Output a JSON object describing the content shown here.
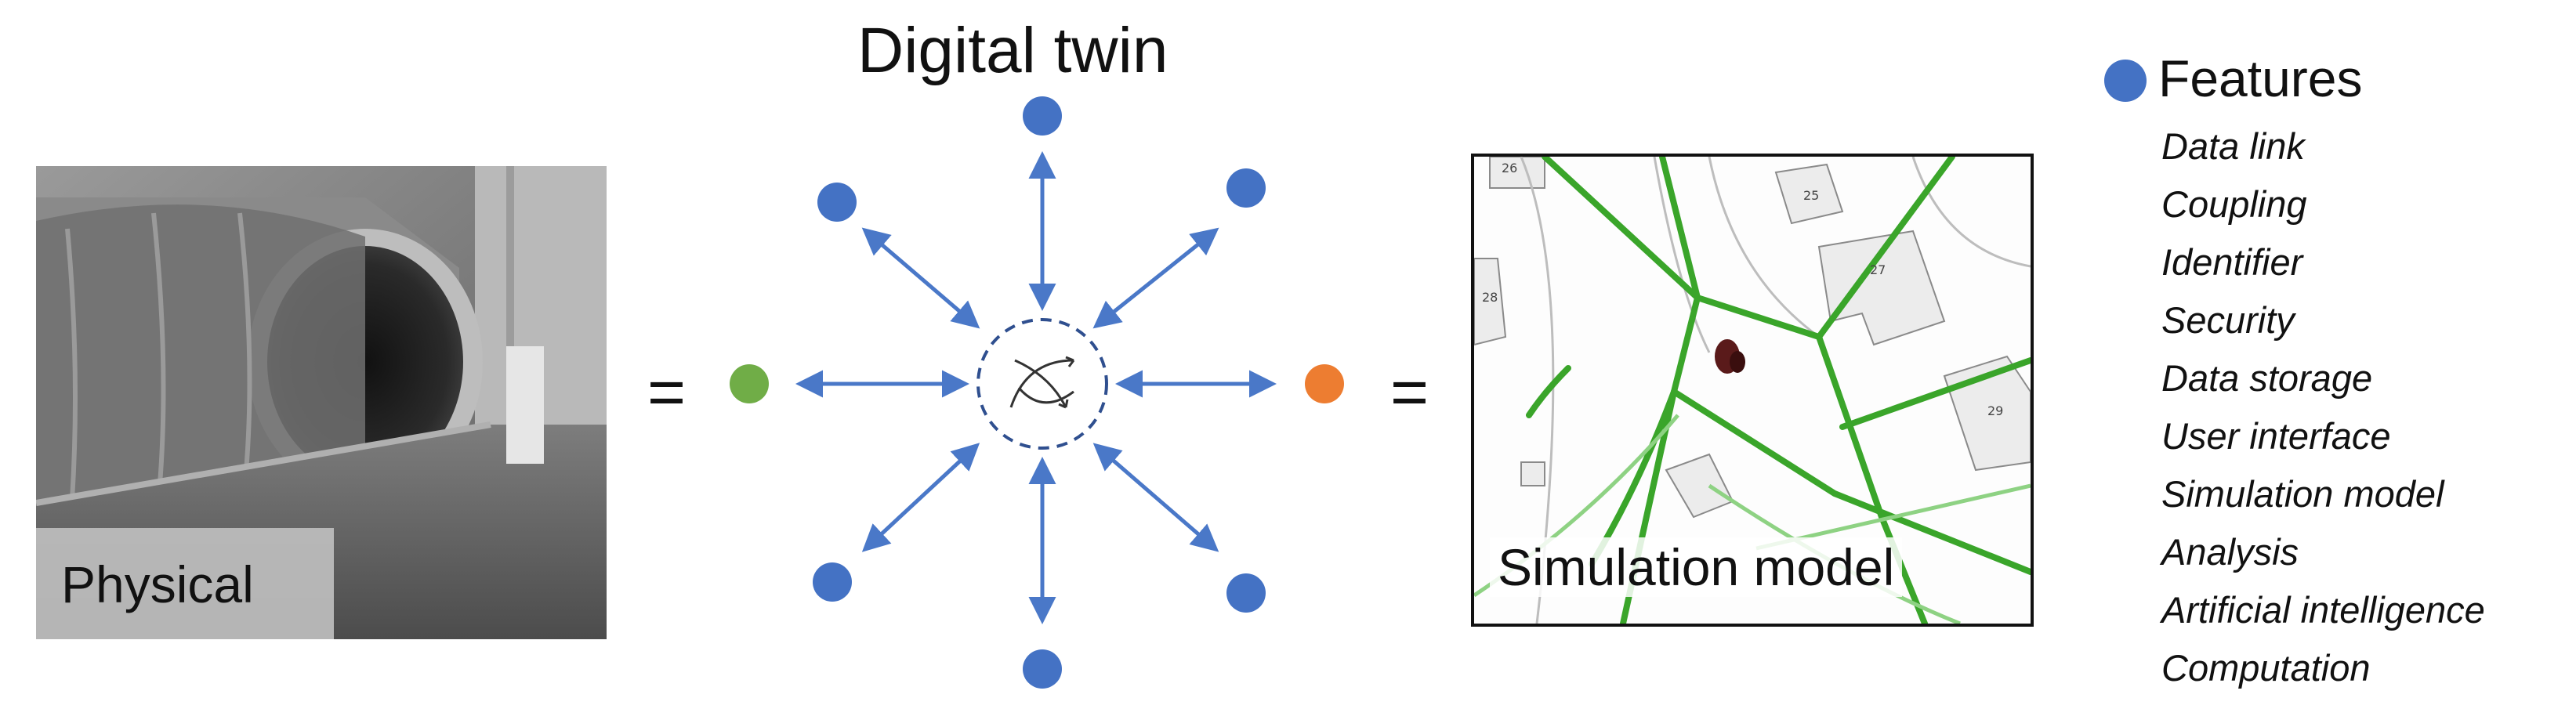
{
  "title": "Digital twin",
  "equals_sign": "=",
  "physical": {
    "label": "Physical"
  },
  "simulation": {
    "label": "Simulation model",
    "map_numbers": [
      "26",
      "25",
      "27",
      "28",
      "29"
    ]
  },
  "legend": {
    "label": "Features",
    "items": [
      "Data link",
      "Coupling",
      "Identifier",
      "Security",
      "Data storage",
      "User interface",
      "Simulation model",
      "Analysis",
      "Artificial intelligence",
      "Computation"
    ]
  },
  "colors": {
    "feature_node": "#4472c4",
    "physical_node": "#70ad47",
    "simulation_node": "#ed7d31",
    "arrow": "#4a78c8",
    "road": "#3aa52a"
  }
}
